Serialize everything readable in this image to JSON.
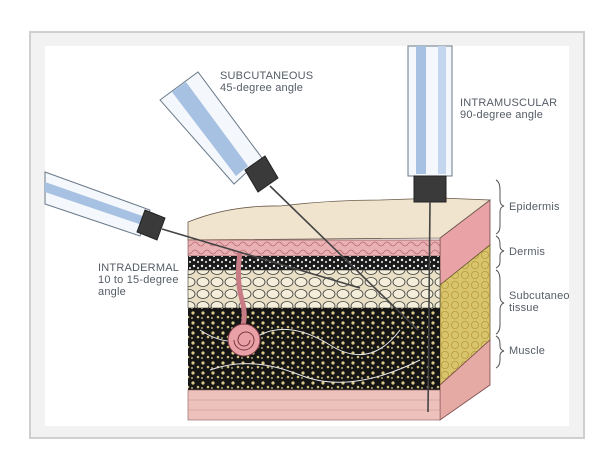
{
  "labels": {
    "subcutaneous_title": "SUBCUTANEOUS",
    "subcutaneous_angle": "45-degree angle",
    "intramuscular_title": "INTRAMUSCULAR",
    "intramuscular_angle": "90-degree angle",
    "intradermal_title": "INTRADERMAL",
    "intradermal_angle_a": "10 to 15-degree",
    "intradermal_angle_b": "angle"
  },
  "layers": {
    "epidermis": "Epidermis",
    "dermis": "Dermis",
    "subcutaneous_a": "Subcutaneous",
    "subcutaneous_b": "tissue",
    "muscle": "Muscle"
  },
  "colors": {
    "frame_border": "#d9d9d9",
    "panel_bg": "#ffffff",
    "epidermis": "#ead7c5",
    "dermis": "#e8a8ac",
    "fat": "#d8c98e",
    "muscle": "#e9b4ae",
    "syringe_blue": "#9ab8de",
    "text": "#555c66"
  }
}
